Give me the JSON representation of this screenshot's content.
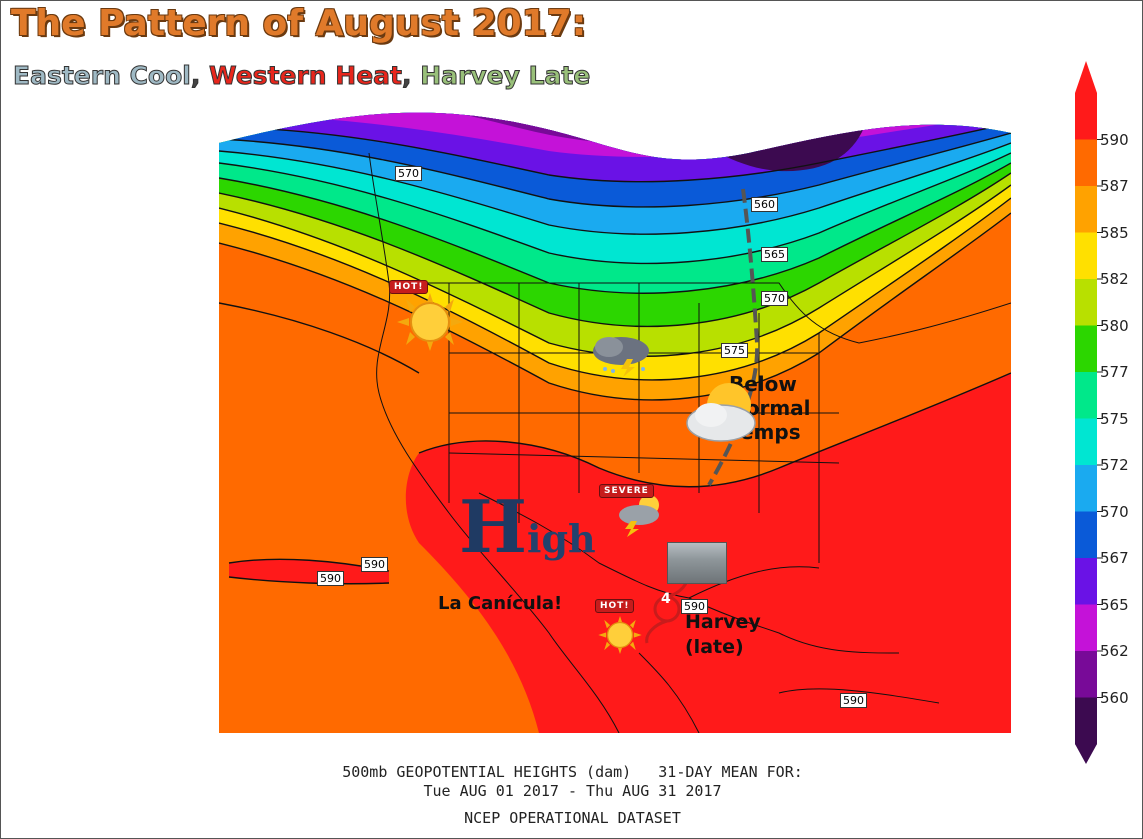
{
  "header": {
    "title": "The Pattern of August 2017:",
    "subtitle": {
      "part1": "Eastern Cool",
      "sep1": ", ",
      "part2": "Western Heat",
      "sep2": ", ",
      "part3": "Harvey Late"
    }
  },
  "map": {
    "contour_labels": [
      "570",
      "560",
      "565",
      "570",
      "575",
      "590",
      "590",
      "590",
      "590"
    ],
    "annotations": {
      "high_letter": "H",
      "high_rest": "igh",
      "canicula": "La Canícula!",
      "below_1": "Below",
      "below_2": "Normal",
      "below_3": "Temps",
      "harvey_1": "Harvey",
      "harvey_2": "(late)",
      "storm_category": "4"
    },
    "badges": {
      "hot_nw": "HOT!",
      "severe": "SEVERE",
      "hot_tx": "HOT!"
    }
  },
  "colorbar": {
    "labels": [
      "590",
      "587",
      "585",
      "582",
      "580",
      "577",
      "575",
      "572",
      "570",
      "567",
      "565",
      "562",
      "560"
    ],
    "colors": [
      "#ff1a1a",
      "#ff6a00",
      "#ffa200",
      "#ffe000",
      "#b8e000",
      "#2cd600",
      "#00e88a",
      "#00e6d2",
      "#1aaaf0",
      "#0a5ad8",
      "#6a12e6",
      "#c412d8",
      "#780a98",
      "#3c0a50"
    ]
  },
  "footer": {
    "line1": "500mb GEOPOTENTIAL HEIGHTS (dam)   31-DAY MEAN FOR:",
    "line2": "Tue AUG 01 2017 - Thu AUG 31 2017",
    "line3": "NCEP OPERATIONAL DATASET"
  }
}
